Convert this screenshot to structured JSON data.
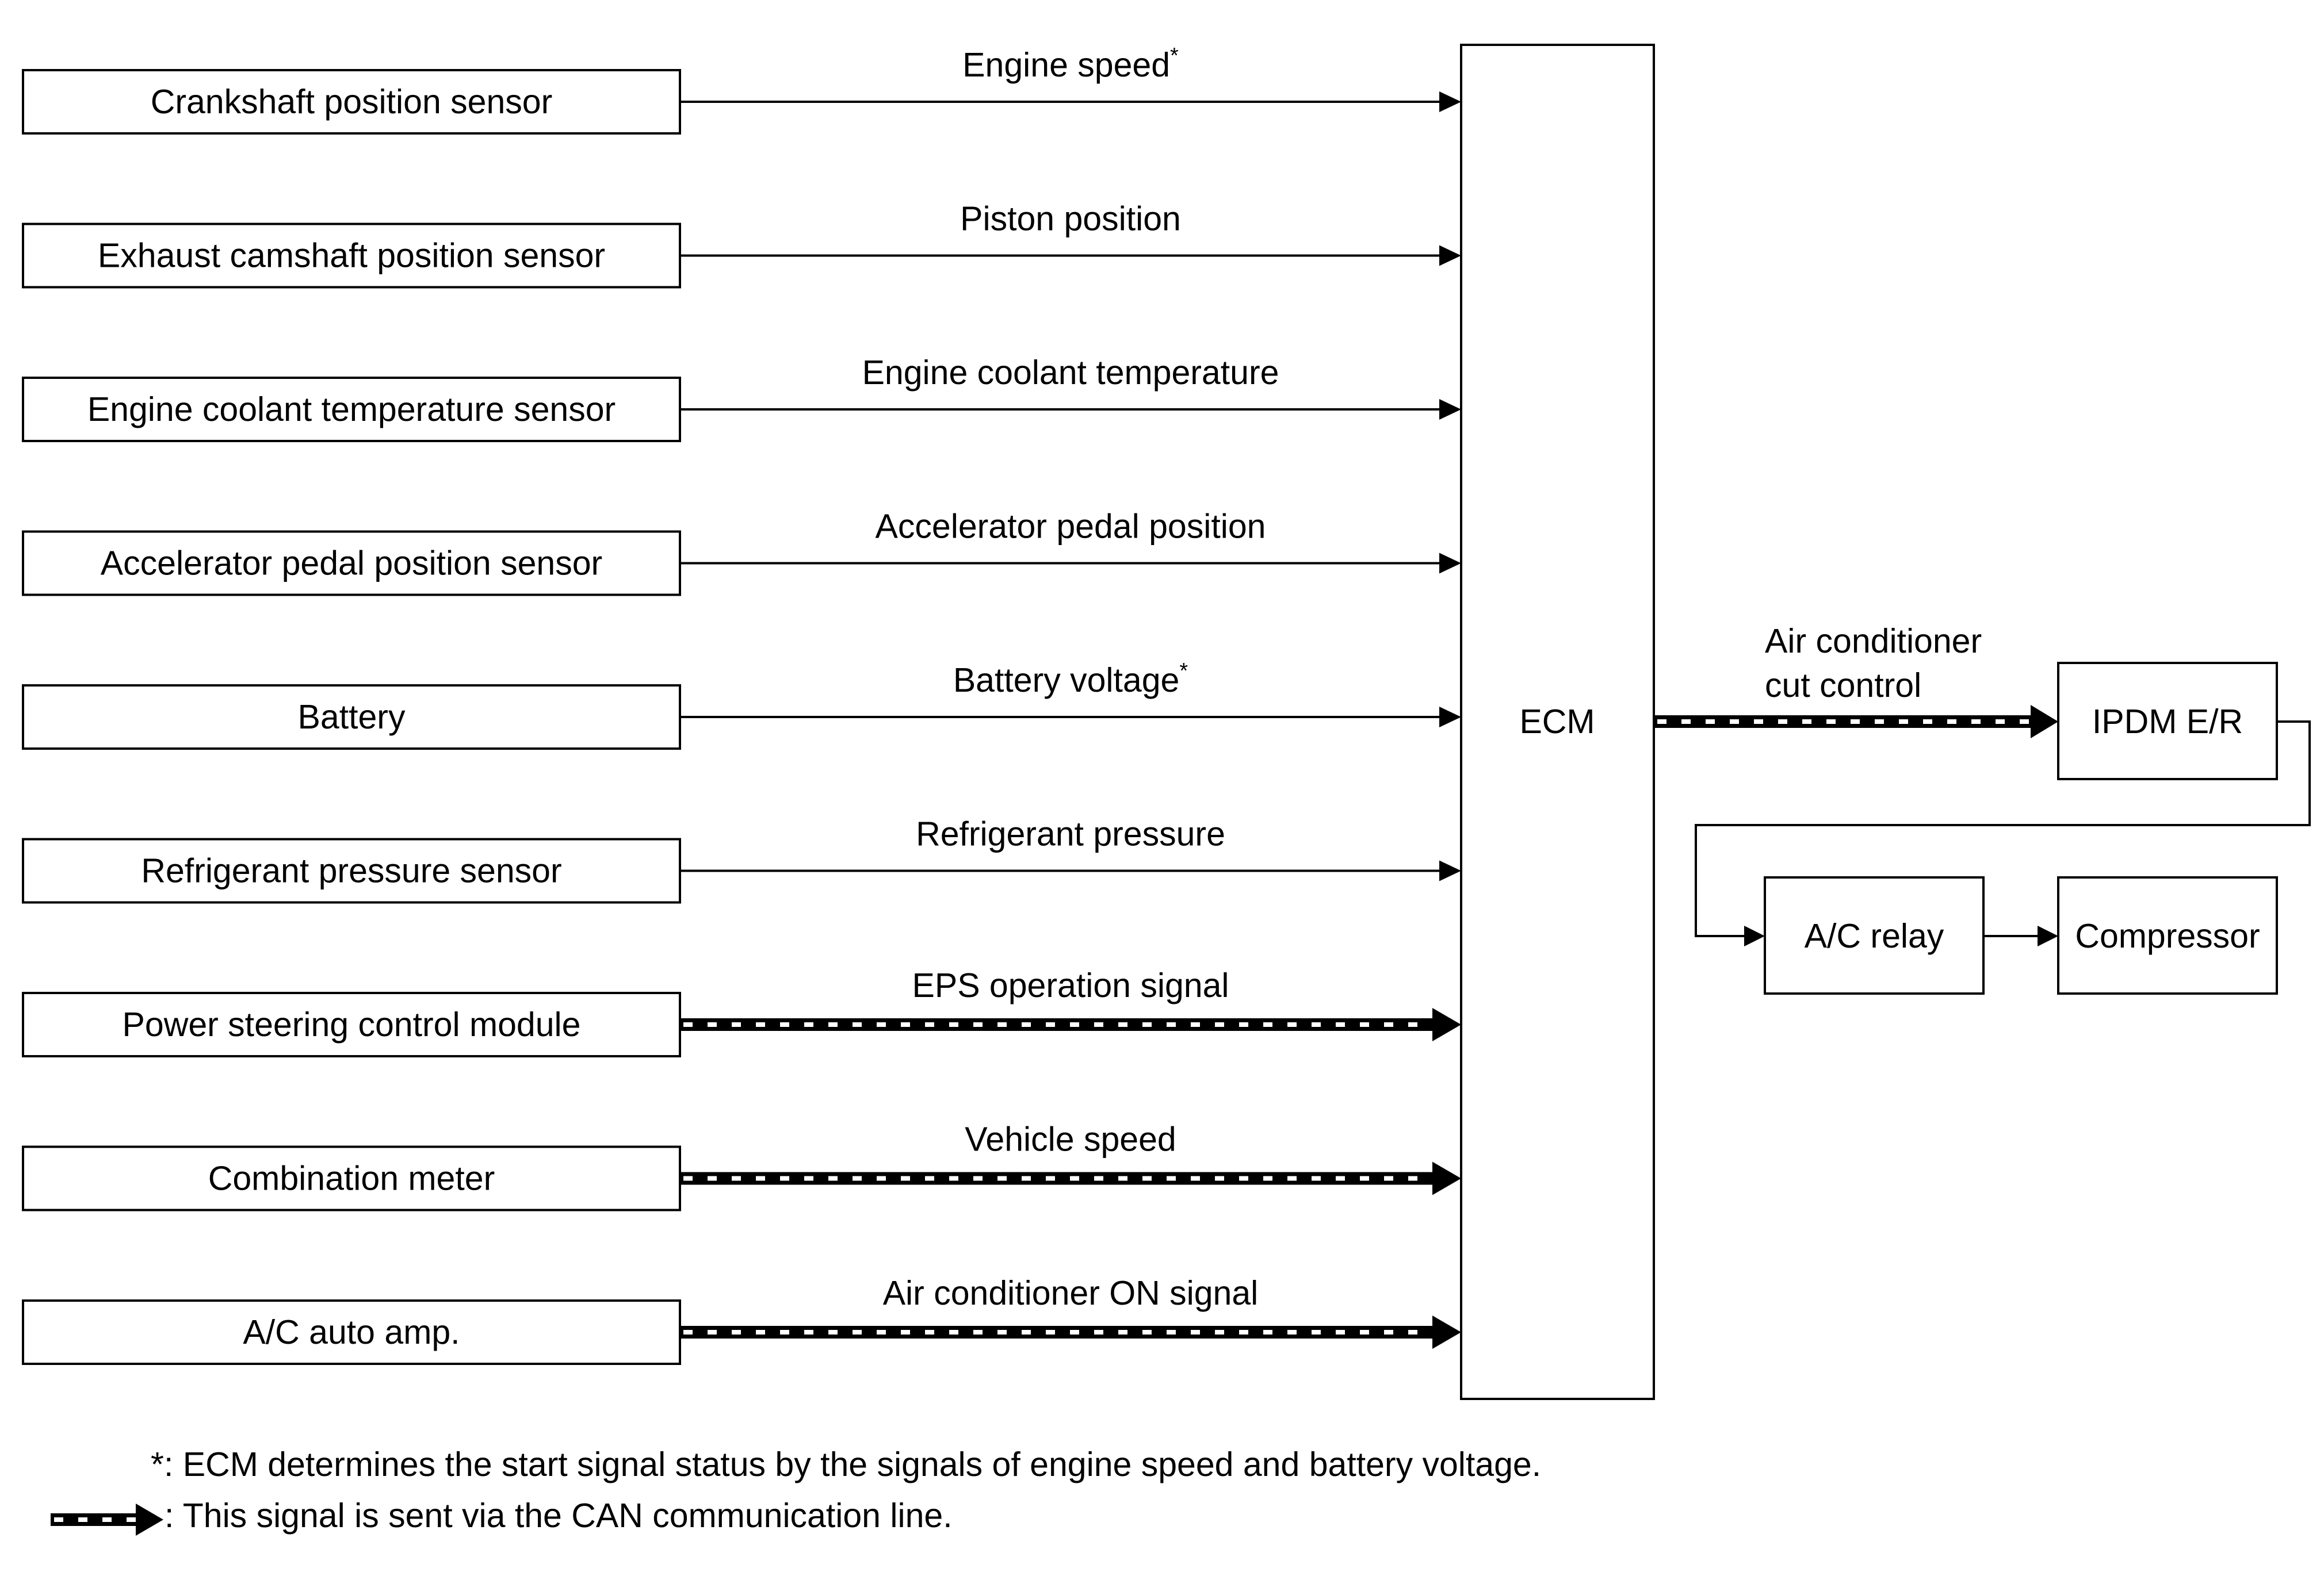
{
  "inputs": [
    {
      "source": "Crankshaft position sensor",
      "signal": "Engine speed",
      "mark": "*",
      "line": "wire"
    },
    {
      "source": "Exhaust camshaft position sensor",
      "signal": "Piston position",
      "mark": "",
      "line": "wire"
    },
    {
      "source": "Engine coolant temperature sensor",
      "signal": "Engine coolant temperature",
      "mark": "",
      "line": "wire"
    },
    {
      "source": "Accelerator pedal position sensor",
      "signal": "Accelerator pedal position",
      "mark": "",
      "line": "wire"
    },
    {
      "source": "Battery",
      "signal": "Battery voltage",
      "mark": "*",
      "line": "wire"
    },
    {
      "source": "Refrigerant pressure sensor",
      "signal": "Refrigerant pressure",
      "mark": "",
      "line": "wire"
    },
    {
      "source": "Power steering control module",
      "signal": "EPS operation signal",
      "mark": "",
      "line": "can"
    },
    {
      "source": "Combination meter",
      "signal": "Vehicle speed",
      "mark": "",
      "line": "can"
    },
    {
      "source": "A/C auto amp.",
      "signal": "Air conditioner ON signal",
      "mark": "",
      "line": "can"
    }
  ],
  "ecm": {
    "label": "ECM"
  },
  "output": {
    "signal_line1": "Air conditioner",
    "signal_line2": "cut control",
    "line": "can",
    "ipdm": "IPDM E/R",
    "relay": "A/C relay",
    "compressor": "Compressor"
  },
  "notes": {
    "asterisk_note": "*: ECM determines the start signal status by the signals of engine speed and battery voltage.",
    "can_note": ": This signal is sent via the CAN communication line."
  }
}
